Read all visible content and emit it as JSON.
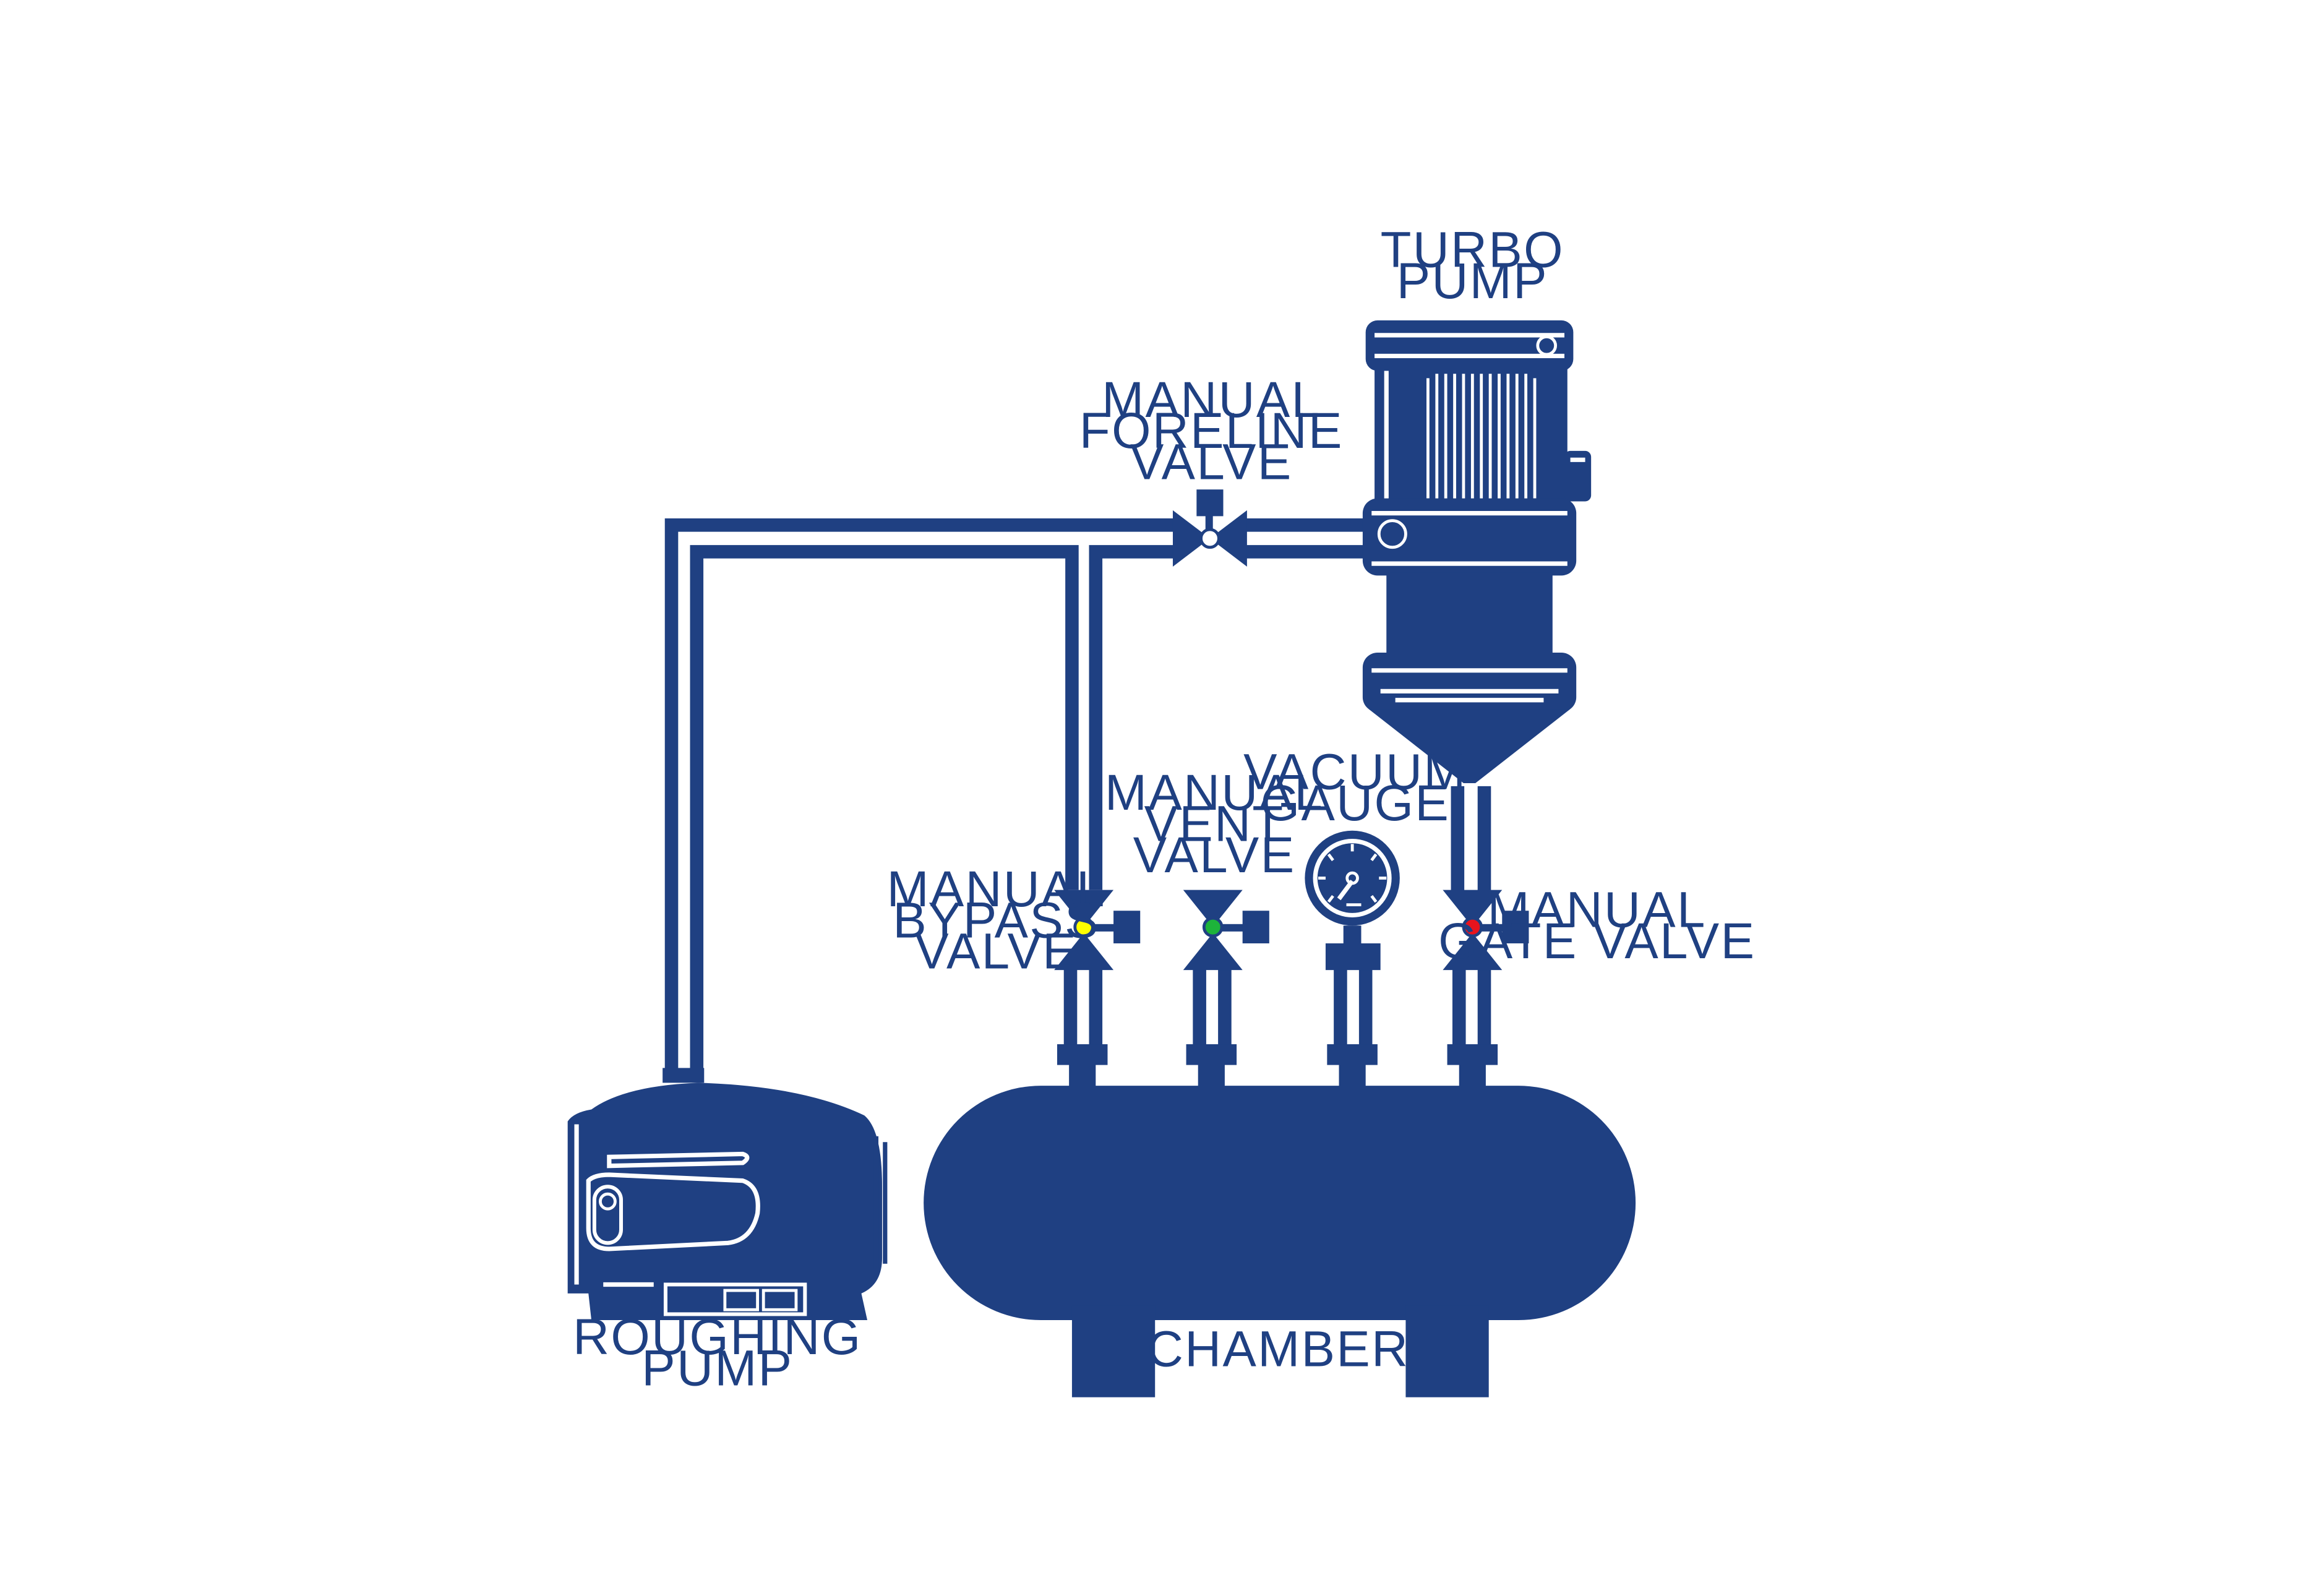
{
  "labels": {
    "turbo_pump": [
      "TURBO",
      "PUMP"
    ],
    "manual_foreline_valve": [
      "MANUAL",
      "FORELINE",
      "VALVE"
    ],
    "manual_vent_valve": [
      "MANUAL",
      "VENT",
      "VALVE"
    ],
    "vacuum_gauge": [
      "VACUUM",
      "GAUGE"
    ],
    "manual_bypass_valve": [
      "MANUAL",
      "BYPASS",
      "VALVE"
    ],
    "manual_gate_valve": [
      "MANUAL",
      "GATE VALVE"
    ],
    "roughing_pump": [
      "ROUGHING",
      "PUMP"
    ],
    "chamber": [
      "CHAMBER"
    ]
  },
  "colors": {
    "primary": "#1f4082",
    "background": "#ffffff",
    "bypass_indicator": "#ffff00",
    "vent_indicator": "#1db33a",
    "gate_indicator": "#e8141d",
    "foreline_indicator": "#ffffff"
  },
  "icons": {
    "valve": "bowtie-valve-icon",
    "gauge": "pressure-gauge-icon",
    "turbo_pump": "turbo-pump-icon",
    "roughing_pump": "roughing-pump-icon",
    "chamber": "vacuum-chamber-icon"
  }
}
